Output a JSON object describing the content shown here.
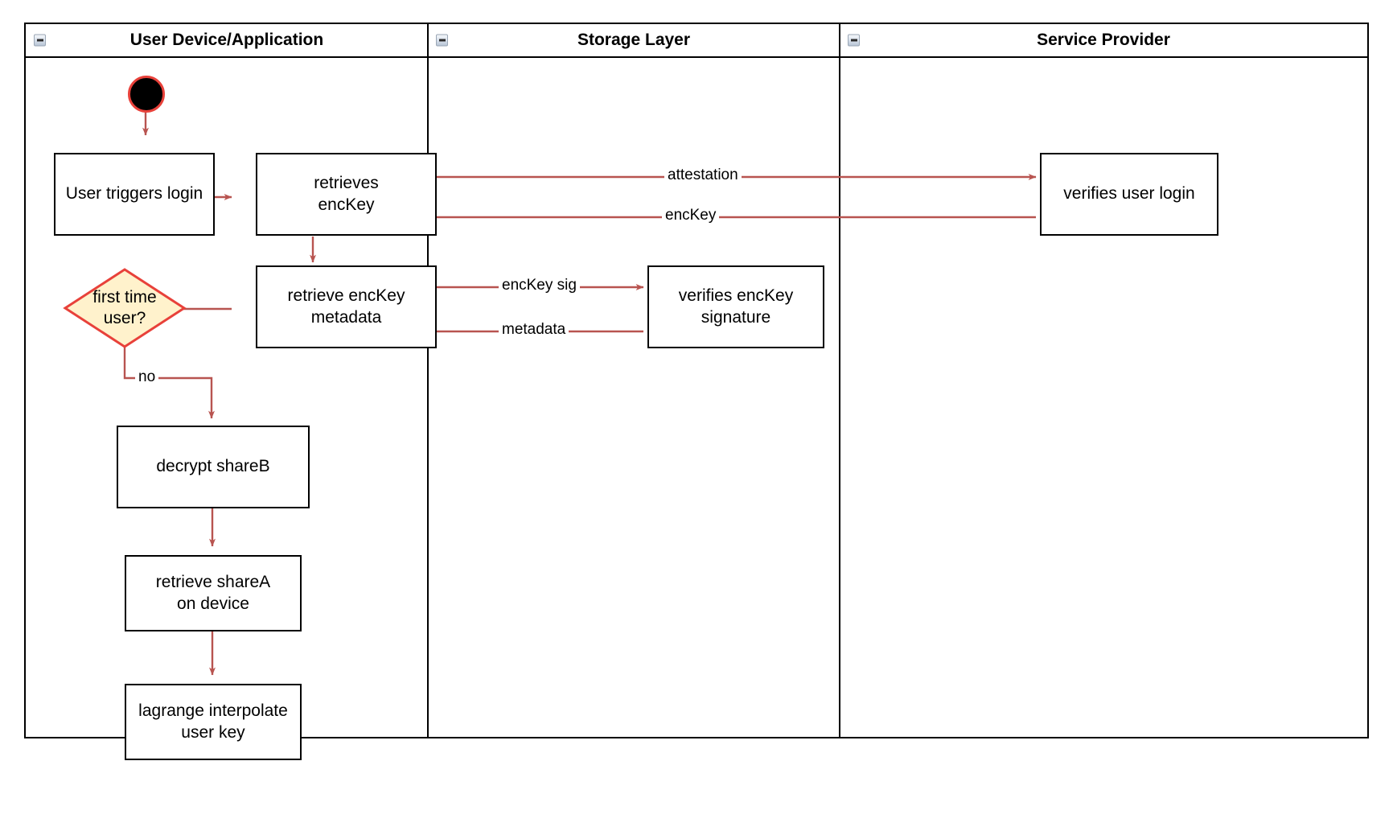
{
  "diagram": {
    "type": "swimlane-activity-diagram",
    "colors": {
      "lane_border": "#000000",
      "node_border": "#000000",
      "node_fill": "#ffffff",
      "edge": "#b85450",
      "decision_fill": "#fff2cc",
      "decision_border": "#e8413a",
      "start_fill": "#000000",
      "start_border": "#e8413a",
      "text": "#000000"
    },
    "lanes": [
      {
        "id": "user-device",
        "title": "User Device/Application",
        "collapse_icon": "minus-icon"
      },
      {
        "id": "storage-layer",
        "title": "Storage Layer",
        "collapse_icon": "minus-icon"
      },
      {
        "id": "service-provider",
        "title": "Service Provider",
        "collapse_icon": "minus-icon"
      }
    ],
    "nodes": [
      {
        "id": "start",
        "shape": "start-circle",
        "label": "",
        "lane": "user-device"
      },
      {
        "id": "user-triggers-login",
        "shape": "rect",
        "label": "User triggers login",
        "lane": "user-device"
      },
      {
        "id": "retrieves-enckey",
        "shape": "rect",
        "label": "retrieves\nencKey",
        "lane": "user-device"
      },
      {
        "id": "retrieve-enckey-metadata",
        "shape": "rect",
        "label": "retrieve encKey\nmetadata",
        "lane": "user-device"
      },
      {
        "id": "first-time-user",
        "shape": "diamond",
        "label": "first time\nuser?",
        "lane": "user-device"
      },
      {
        "id": "decrypt-shareb",
        "shape": "rect",
        "label": "decrypt shareB",
        "lane": "user-device"
      },
      {
        "id": "retrieve-sharea-on-device",
        "shape": "rect",
        "label": "retrieve shareA\non device",
        "lane": "user-device"
      },
      {
        "id": "lagrange-interpolate-user-key",
        "shape": "rect",
        "label": "lagrange interpolate\nuser key",
        "lane": "user-device"
      },
      {
        "id": "verifies-enckey-signature",
        "shape": "rect",
        "label": "verifies encKey\nsignature",
        "lane": "storage-layer"
      },
      {
        "id": "verifies-user-login",
        "shape": "rect",
        "label": "verifies user login",
        "lane": "service-provider"
      }
    ],
    "edges": [
      {
        "id": "start-to-login",
        "from": "start",
        "to": "user-triggers-login",
        "label": ""
      },
      {
        "id": "login-to-retrieves",
        "from": "user-triggers-login",
        "to": "retrieves-enckey",
        "label": ""
      },
      {
        "id": "retrieves-to-verifies-login",
        "from": "retrieves-enckey",
        "to": "verifies-user-login",
        "label": "attestation"
      },
      {
        "id": "verifies-login-to-retrieves",
        "from": "verifies-user-login",
        "to": "retrieves-enckey",
        "label": "encKey"
      },
      {
        "id": "retrieves-to-metadata",
        "from": "retrieves-enckey",
        "to": "retrieve-enckey-metadata",
        "label": ""
      },
      {
        "id": "metadata-to-verifies-sig",
        "from": "retrieve-enckey-metadata",
        "to": "verifies-enckey-signature",
        "label": "encKey sig"
      },
      {
        "id": "verifies-sig-to-metadata",
        "from": "verifies-enckey-signature",
        "to": "retrieve-enckey-metadata",
        "label": "metadata"
      },
      {
        "id": "metadata-to-first-time",
        "from": "retrieve-enckey-metadata",
        "to": "first-time-user",
        "label": ""
      },
      {
        "id": "first-time-to-decrypt",
        "from": "first-time-user",
        "to": "decrypt-shareb",
        "label": "no"
      },
      {
        "id": "decrypt-to-retrieve-sharea",
        "from": "decrypt-shareb",
        "to": "retrieve-sharea-on-device",
        "label": ""
      },
      {
        "id": "retrieve-sharea-to-lagrange",
        "from": "retrieve-sharea-on-device",
        "to": "lagrange-interpolate-user-key",
        "label": ""
      }
    ],
    "edge_labels": {
      "attestation": "attestation",
      "enckey": "encKey",
      "enckey_sig": "encKey sig",
      "metadata": "metadata",
      "no": "no"
    }
  }
}
